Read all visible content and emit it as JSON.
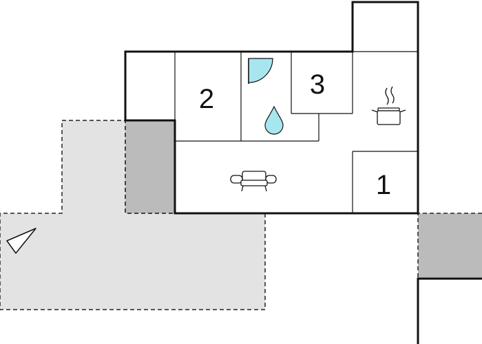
{
  "floorplan": {
    "rooms": [
      {
        "id": "bedroom-2",
        "number": "2"
      },
      {
        "id": "bedroom-3",
        "number": "3"
      },
      {
        "id": "bedroom-1",
        "number": "1"
      }
    ],
    "icons": {
      "door": "door-icon",
      "water": "water-drop-icon",
      "kitchen": "cooking-pot-icon",
      "living": "sofa-icon",
      "compass": "north-arrow-icon"
    },
    "colors": {
      "walls": "#111111",
      "terrace": "#e3e3e3",
      "covered_area": "#bbbbbb",
      "bathroom_accent": "#a8e6ef",
      "background": "#ffffff"
    }
  }
}
